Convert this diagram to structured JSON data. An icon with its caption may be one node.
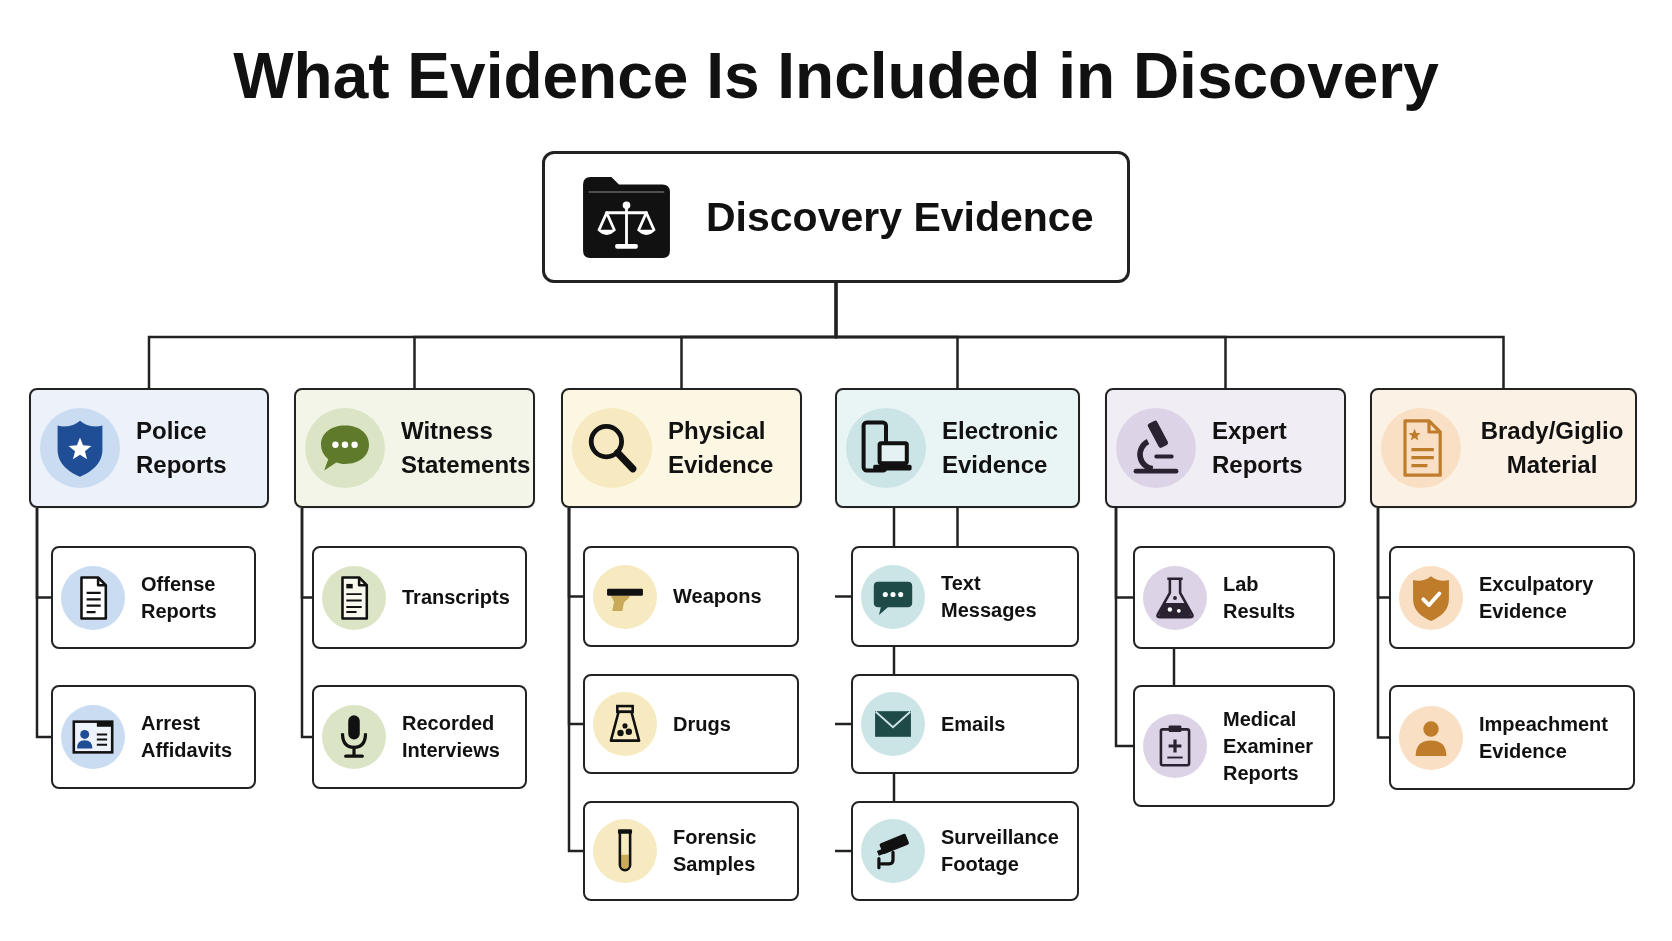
{
  "diagram": {
    "title": "What Evidence Is Included in Discovery",
    "nodes": [
      {
        "text": [
          "Discovery Evidence"
        ]
      },
      {
        "text": [
          "Police Reports"
        ]
      },
      {
        "text": [
          "Witness Statements"
        ]
      },
      {
        "text": [
          "Physical Evidence"
        ]
      },
      {
        "text": [
          "Electronic Evidence"
        ]
      },
      {
        "text": [
          "Expert Reports"
        ]
      },
      {
        "text": [
          "Brady/Giglio Material"
        ]
      },
      {
        "text": [
          "Offense Reports"
        ]
      },
      {
        "text": [
          "Arrest Affidavits"
        ]
      },
      {
        "text": [
          "Transcripts"
        ]
      },
      {
        "text": [
          "Recorded Interviews"
        ]
      },
      {
        "text": [
          "Weapons"
        ]
      },
      {
        "text": [
          "Drugs"
        ]
      },
      {
        "text": [
          "Forensic Samples"
        ]
      },
      {
        "text": [
          "Text Messages"
        ]
      },
      {
        "text": [
          "Emails"
        ]
      },
      {
        "text": [
          "Surveillance Footage"
        ]
      },
      {
        "text": [
          "Lab Results"
        ]
      },
      {
        "text": [
          "Medical Examiner Reports"
        ]
      },
      {
        "text": [
          "Exculpatory Evidence"
        ]
      },
      {
        "text": [
          "Impeachment Evidence"
        ]
      }
    ],
    "edges": [
      {
        "from": 0,
        "to": 1,
        "arrow": "none"
      },
      {
        "from": 0,
        "to": 2,
        "arrow": "none"
      },
      {
        "from": 0,
        "to": 3,
        "arrow": "none"
      },
      {
        "from": 0,
        "to": 4,
        "arrow": "none"
      },
      {
        "from": 0,
        "to": 5,
        "arrow": "none"
      },
      {
        "from": 0,
        "to": 6,
        "arrow": "none"
      },
      {
        "from": 1,
        "to": 7,
        "arrow": "none"
      },
      {
        "from": 1,
        "to": 8,
        "arrow": "none"
      },
      {
        "from": 2,
        "to": 9,
        "arrow": "none"
      },
      {
        "from": 2,
        "to": 10,
        "arrow": "none"
      },
      {
        "from": 3,
        "to": 11,
        "arrow": "none"
      },
      {
        "from": 3,
        "to": 12,
        "arrow": "none"
      },
      {
        "from": 3,
        "to": 13,
        "arrow": "none"
      },
      {
        "from": 4,
        "to": 14,
        "arrow": "none"
      },
      {
        "from": 4,
        "to": 14,
        "arrow": "none"
      },
      {
        "from": 14,
        "to": 15,
        "arrow": "none"
      },
      {
        "from": 15,
        "to": 16,
        "arrow": "none"
      },
      {
        "from": null,
        "to": 14,
        "arrow": "none"
      },
      {
        "from": null,
        "to": 15,
        "arrow": "none"
      },
      {
        "from": null,
        "to": 16,
        "arrow": "none"
      },
      {
        "from": 5,
        "to": 17,
        "arrow": "none"
      },
      {
        "from": 5,
        "to": 18,
        "arrow": "none"
      },
      {
        "from": 17,
        "to": 18,
        "arrow": "none"
      },
      {
        "from": 6,
        "to": 19,
        "arrow": "none"
      },
      {
        "from": 6,
        "to": 20,
        "arrow": "none"
      }
    ]
  }
}
